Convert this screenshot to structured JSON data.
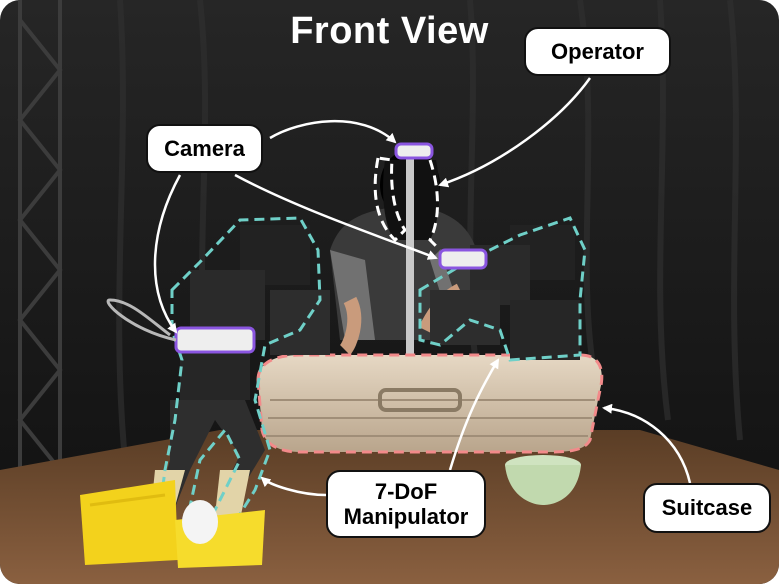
{
  "figure": {
    "title": "Front View",
    "labels": {
      "operator": "Operator",
      "camera": "Camera",
      "manipulator": "7-DoF\nManipulator",
      "suitcase": "Suitcase"
    },
    "colors": {
      "robot_outline": "#6fd0c8",
      "camera_outline": "#8a55e0",
      "suitcase_outline": "#f28a8a",
      "operator_outline": "#ffffff",
      "background": "#1b1b1b",
      "table": "#7a5433"
    }
  }
}
